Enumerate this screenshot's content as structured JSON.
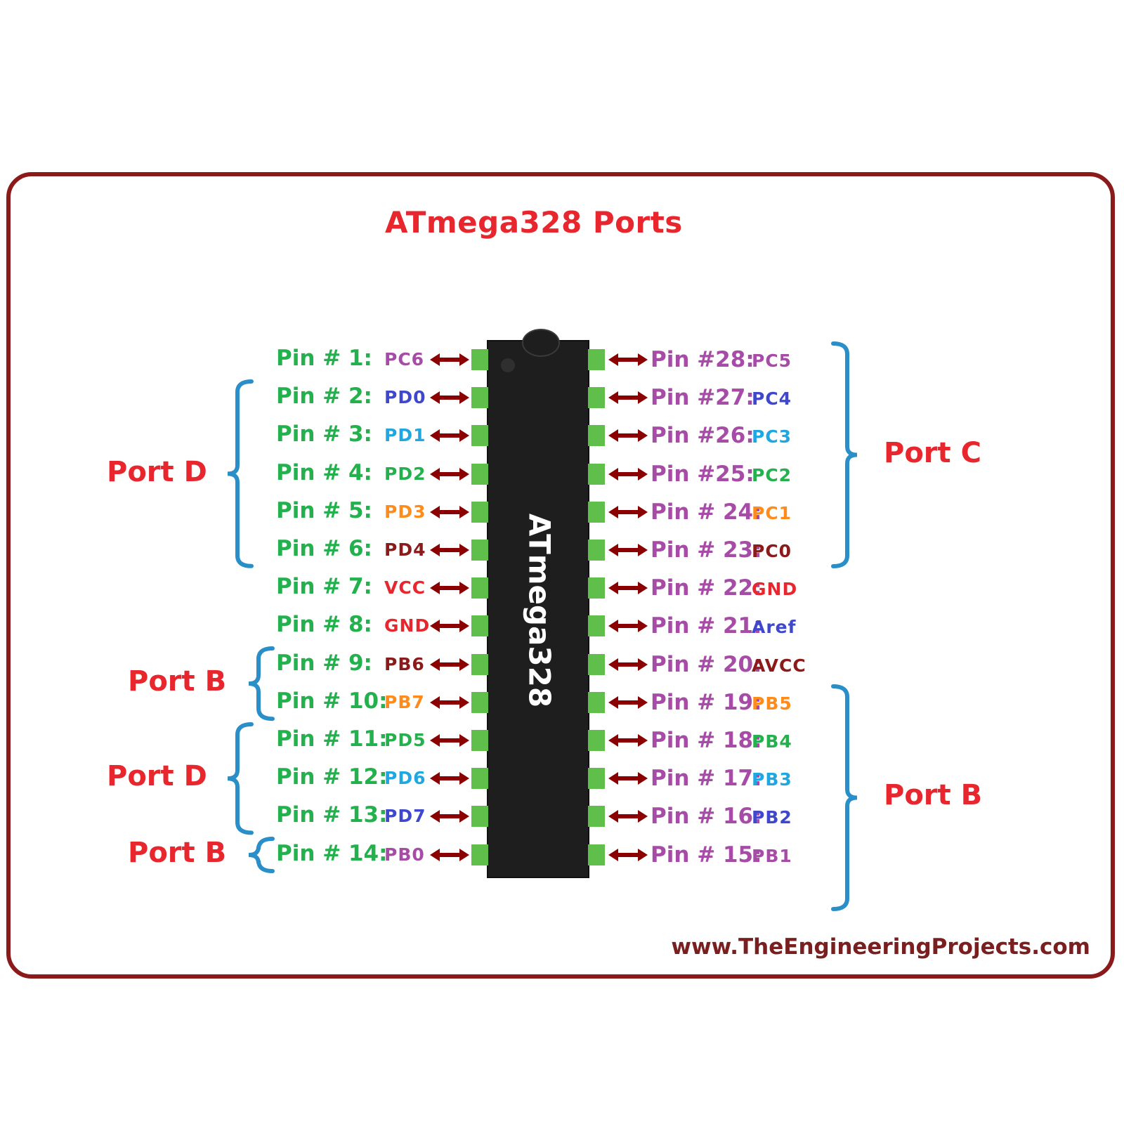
{
  "title": "ATmega328 Ports",
  "chip_label": "ATmega328",
  "website": "www.TheEngineeringProjects.com",
  "colors": {
    "frame": "#8b1a1a",
    "title": "#e8262d",
    "pin_label_left": "#22b14c",
    "pin_label_right": "#a64ca6",
    "brace": "#2a8fc9",
    "arrow": "#8b0000",
    "pad": "#5fbf4a",
    "chip": "#1e1e1e"
  },
  "left_pins": [
    {
      "label": "Pin # 1:",
      "signal": "PC6",
      "signal_color": "#a64ca6"
    },
    {
      "label": "Pin # 2:",
      "signal": "PD0",
      "signal_color": "#3f48cc"
    },
    {
      "label": "Pin # 3:",
      "signal": "PD1",
      "signal_color": "#1ea7e1"
    },
    {
      "label": "Pin # 4:",
      "signal": "PD2",
      "signal_color": "#22b14c"
    },
    {
      "label": "Pin # 5:",
      "signal": "PD3",
      "signal_color": "#ff8c1a"
    },
    {
      "label": "Pin # 6:",
      "signal": "PD4",
      "signal_color": "#8b1a1a"
    },
    {
      "label": "Pin # 7:",
      "signal": "VCC",
      "signal_color": "#e8262d"
    },
    {
      "label": "Pin # 8:",
      "signal": "GND",
      "signal_color": "#e8262d"
    },
    {
      "label": "Pin # 9:",
      "signal": "PB6",
      "signal_color": "#8b1a1a"
    },
    {
      "label": "Pin # 10:",
      "signal": "PB7",
      "signal_color": "#ff8c1a"
    },
    {
      "label": "Pin # 11:",
      "signal": "PD5",
      "signal_color": "#22b14c"
    },
    {
      "label": "Pin # 12:",
      "signal": "PD6",
      "signal_color": "#1ea7e1"
    },
    {
      "label": "Pin # 13:",
      "signal": "PD7",
      "signal_color": "#3f48cc"
    },
    {
      "label": "Pin # 14:",
      "signal": "PB0",
      "signal_color": "#a64ca6"
    }
  ],
  "right_pins": [
    {
      "label": "Pin #28:",
      "signal": "PC5",
      "signal_color": "#a64ca6"
    },
    {
      "label": "Pin #27:",
      "signal": "PC4",
      "signal_color": "#3f48cc"
    },
    {
      "label": "Pin #26:",
      "signal": "PC3",
      "signal_color": "#1ea7e1"
    },
    {
      "label": "Pin #25:",
      "signal": "PC2",
      "signal_color": "#22b14c"
    },
    {
      "label": "Pin # 24:",
      "signal": "PC1",
      "signal_color": "#ff8c1a"
    },
    {
      "label": "Pin # 23:",
      "signal": "PC0",
      "signal_color": "#8b1a1a"
    },
    {
      "label": "Pin # 22:",
      "signal": "GND",
      "signal_color": "#e8262d"
    },
    {
      "label": "Pin # 21:",
      "signal": "Aref",
      "signal_color": "#3f48cc"
    },
    {
      "label": "Pin # 20:",
      "signal": "AVCC",
      "signal_color": "#8b1a1a"
    },
    {
      "label": "Pin # 19:",
      "signal": "PB5",
      "signal_color": "#ff8c1a"
    },
    {
      "label": "Pin # 18:",
      "signal": "PB4",
      "signal_color": "#22b14c"
    },
    {
      "label": "Pin # 17:",
      "signal": "PB3",
      "signal_color": "#1ea7e1"
    },
    {
      "label": "Pin # 16:",
      "signal": "PB2",
      "signal_color": "#3f48cc"
    },
    {
      "label": "Pin # 15:",
      "signal": "PB1",
      "signal_color": "#a64ca6"
    }
  ],
  "port_groups": [
    {
      "label": "Port D",
      "side": "left",
      "first_pin_index": 1,
      "last_pin_index": 5
    },
    {
      "label": "Port B",
      "side": "left",
      "first_pin_index": 8,
      "last_pin_index": 9
    },
    {
      "label": "Port D",
      "side": "left",
      "first_pin_index": 10,
      "last_pin_index": 12
    },
    {
      "label": "Port B",
      "side": "left",
      "first_pin_index": 13,
      "last_pin_index": 13
    },
    {
      "label": "Port C",
      "side": "right",
      "first_pin_index": 0,
      "last_pin_index": 5
    },
    {
      "label": "Port B",
      "side": "right",
      "first_pin_index": 9,
      "last_pin_index": 14
    }
  ]
}
